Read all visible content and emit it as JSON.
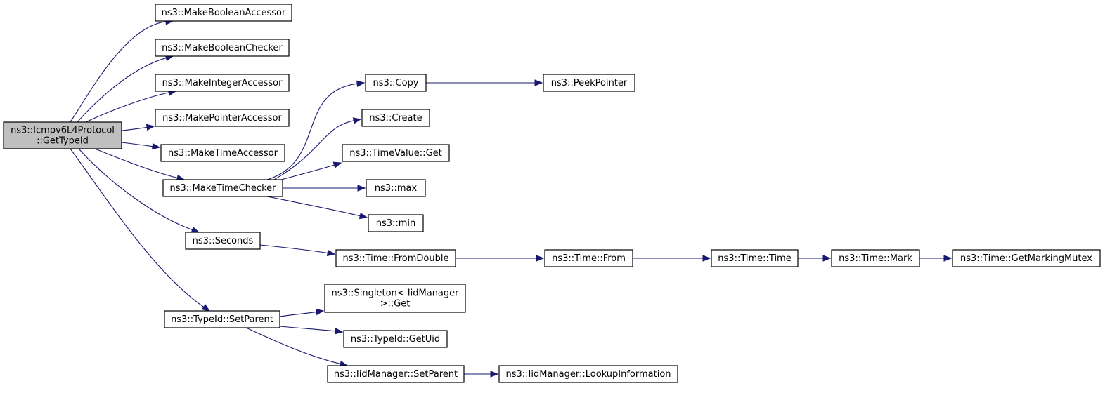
{
  "diagram": {
    "type": "call-graph",
    "edge_color": "#191970",
    "root_fill": "#bfbfbf",
    "nodes": [
      {
        "id": "root",
        "lines": [
          "ns3::Icmpv6L4Protocol",
          "::GetTypeId"
        ],
        "root": true
      },
      {
        "id": "mba",
        "lines": [
          "ns3::MakeBooleanAccessor"
        ]
      },
      {
        "id": "mbc",
        "lines": [
          "ns3::MakeBooleanChecker"
        ]
      },
      {
        "id": "mia",
        "lines": [
          "ns3::MakeIntegerAccessor"
        ]
      },
      {
        "id": "mpa",
        "lines": [
          "ns3::MakePointerAccessor"
        ]
      },
      {
        "id": "mta",
        "lines": [
          "ns3::MakeTimeAccessor"
        ]
      },
      {
        "id": "mtc",
        "lines": [
          "ns3::MakeTimeChecker"
        ]
      },
      {
        "id": "sec",
        "lines": [
          "ns3::Seconds"
        ]
      },
      {
        "id": "tsp",
        "lines": [
          "ns3::TypeId::SetParent"
        ]
      },
      {
        "id": "copy",
        "lines": [
          "ns3::Copy"
        ]
      },
      {
        "id": "create",
        "lines": [
          "ns3::Create"
        ]
      },
      {
        "id": "tvget",
        "lines": [
          "ns3::TimeValue::Get"
        ]
      },
      {
        "id": "max",
        "lines": [
          "ns3::max"
        ]
      },
      {
        "id": "min",
        "lines": [
          "ns3::min"
        ]
      },
      {
        "id": "peek",
        "lines": [
          "ns3::PeekPointer"
        ]
      },
      {
        "id": "fromdouble",
        "lines": [
          "ns3::Time::FromDouble"
        ]
      },
      {
        "id": "from",
        "lines": [
          "ns3::Time::From"
        ]
      },
      {
        "id": "time",
        "lines": [
          "ns3::Time::Time"
        ]
      },
      {
        "id": "mark",
        "lines": [
          "ns3::Time::Mark"
        ]
      },
      {
        "id": "gmm",
        "lines": [
          "ns3::Time::GetMarkingMutex"
        ]
      },
      {
        "id": "singleton",
        "lines": [
          "ns3::Singleton< IidManager",
          ">::Get"
        ]
      },
      {
        "id": "getuid",
        "lines": [
          "ns3::TypeId::GetUid"
        ]
      },
      {
        "id": "iidsp",
        "lines": [
          "ns3::IidManager::SetParent"
        ]
      },
      {
        "id": "lookup",
        "lines": [
          "ns3::IidManager::LookupInformation"
        ]
      }
    ],
    "edges": [
      [
        "root",
        "mba"
      ],
      [
        "root",
        "mbc"
      ],
      [
        "root",
        "mia"
      ],
      [
        "root",
        "mpa"
      ],
      [
        "root",
        "mta"
      ],
      [
        "root",
        "mtc"
      ],
      [
        "root",
        "sec"
      ],
      [
        "root",
        "tsp"
      ],
      [
        "mtc",
        "copy"
      ],
      [
        "mtc",
        "create"
      ],
      [
        "mtc",
        "tvget"
      ],
      [
        "mtc",
        "max"
      ],
      [
        "mtc",
        "min"
      ],
      [
        "copy",
        "peek"
      ],
      [
        "sec",
        "fromdouble"
      ],
      [
        "fromdouble",
        "from"
      ],
      [
        "from",
        "time"
      ],
      [
        "time",
        "mark"
      ],
      [
        "mark",
        "gmm"
      ],
      [
        "tsp",
        "singleton"
      ],
      [
        "tsp",
        "getuid"
      ],
      [
        "tsp",
        "iidsp"
      ],
      [
        "iidsp",
        "lookup"
      ]
    ]
  }
}
